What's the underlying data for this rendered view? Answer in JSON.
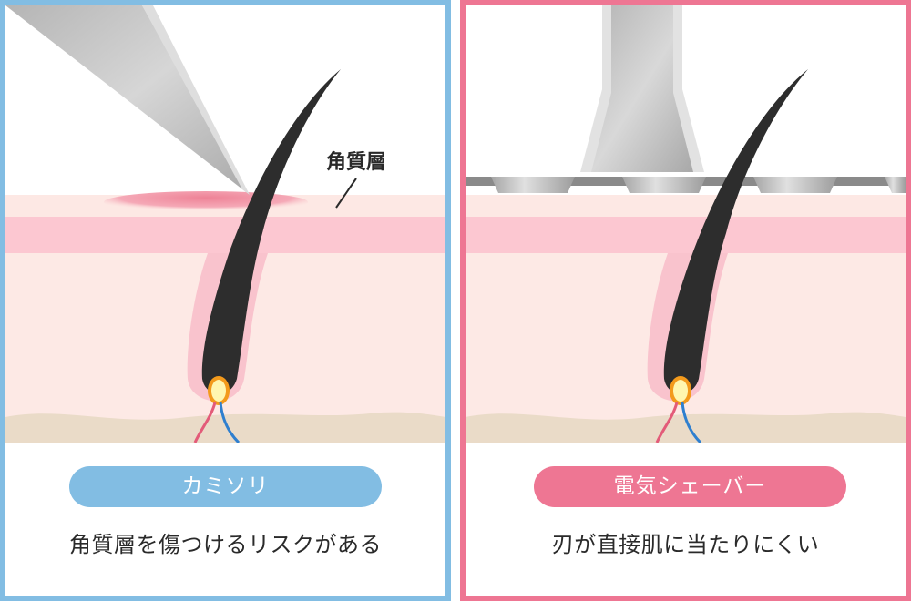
{
  "panels": [
    {
      "id": "razor",
      "title": "カミソリ",
      "caption": "角質層を傷つけるリスクがある",
      "annotation": "角質層",
      "accent_color": "#82bde3",
      "tool": "razor-blade"
    },
    {
      "id": "electric-shaver",
      "title": "電気シェーバー",
      "caption": "刃が直接肌に当たりにくい",
      "accent_color": "#ee7693",
      "tool": "electric-shaver-head"
    }
  ],
  "colors": {
    "stratum_corneum": "#fde8e4",
    "epidermis_band": "#fcc7d1",
    "dermis": "#fde9e5",
    "subcutis": "#eadbc8",
    "hair": "#2d2d2d",
    "follicle_sheath": "#f9c3cd",
    "damage_highlight": "#ee8296",
    "papilla_ring": "#f39a1c",
    "papilla_fill": "#fff6b0",
    "artery": "#e35b79",
    "vein": "#2f7fcf",
    "metal": "#bdbdbd"
  }
}
